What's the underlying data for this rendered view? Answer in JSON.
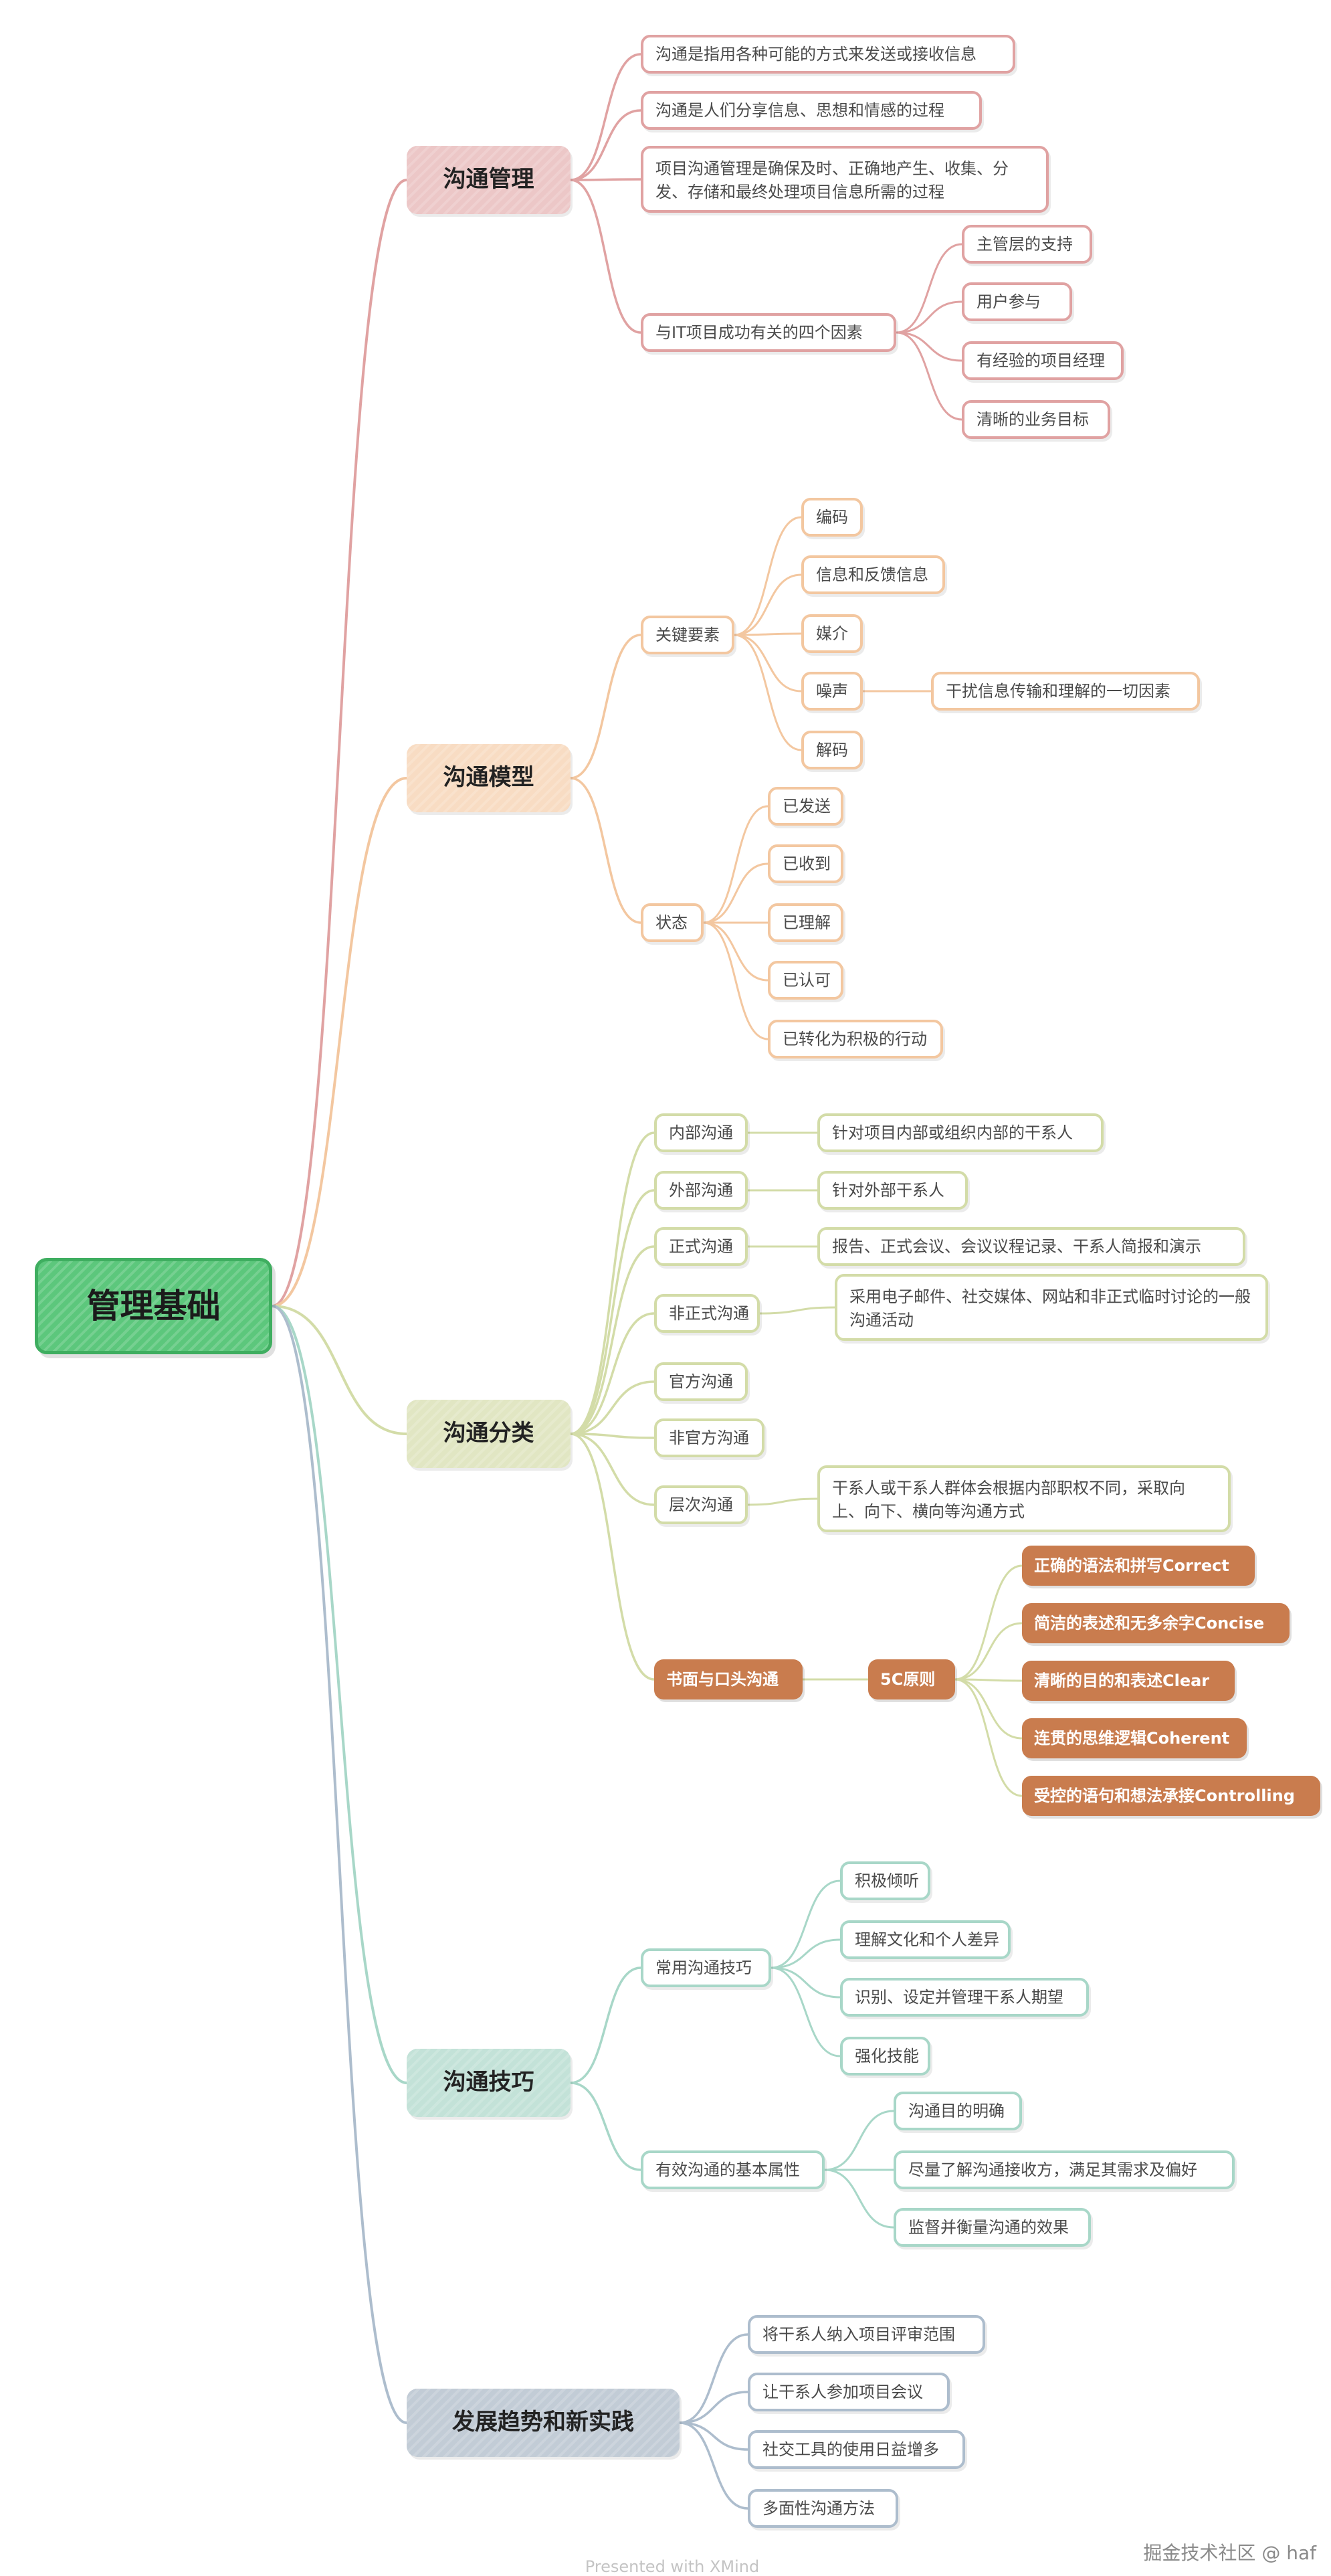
{
  "root": {
    "label": "管理基础",
    "color": "#5cc77c"
  },
  "branches": [
    {
      "label": "沟通管理",
      "color": "#e0a2a2",
      "fill": "#ecc7c7",
      "children": [
        {
          "label": "沟通是指用各种可能的方式来发送或接收信息"
        },
        {
          "label": "沟通是人们分享信息、思想和情感的过程"
        },
        {
          "label": "项目沟通管理是确保及时、正确地产生、收集、分发、存储和最终处理项目信息所需的过程"
        },
        {
          "label": "与IT项目成功有关的四个因素",
          "children": [
            {
              "label": "主管层的支持"
            },
            {
              "label": "用户参与"
            },
            {
              "label": "有经验的项目经理"
            },
            {
              "label": "清晰的业务目标"
            }
          ]
        }
      ]
    },
    {
      "label": "沟通模型",
      "color": "#f3c7a0",
      "fill": "#f8dcc3",
      "children": [
        {
          "label": "关键要素",
          "children": [
            {
              "label": "编码"
            },
            {
              "label": "信息和反馈信息"
            },
            {
              "label": "媒介"
            },
            {
              "label": "噪声",
              "children": [
                {
                  "label": "干扰信息传输和理解的一切因素"
                }
              ]
            },
            {
              "label": "解码"
            }
          ]
        },
        {
          "label": "状态",
          "children": [
            {
              "label": "已发送"
            },
            {
              "label": "已收到"
            },
            {
              "label": "已理解"
            },
            {
              "label": "已认可"
            },
            {
              "label": "已转化为积极的行动"
            }
          ]
        }
      ]
    },
    {
      "label": "沟通分类",
      "color": "#d3dca8",
      "fill": "#e1e6c3",
      "children": [
        {
          "label": "内部沟通",
          "children": [
            {
              "label": "针对项目内部或组织内部的干系人"
            }
          ]
        },
        {
          "label": "外部沟通",
          "children": [
            {
              "label": "针对外部干系人"
            }
          ]
        },
        {
          "label": "正式沟通",
          "children": [
            {
              "label": "报告、正式会议、会议议程记录、干系人简报和演示"
            }
          ]
        },
        {
          "label": "非正式沟通",
          "children": [
            {
              "label": "采用电子邮件、社交媒体、网站和非正式临时讨论的一般沟通活动"
            }
          ]
        },
        {
          "label": "官方沟通"
        },
        {
          "label": "非官方沟通"
        },
        {
          "label": "层次沟通",
          "children": [
            {
              "label": "干系人或干系人群体会根据内部职权不同，采取向上、向下、横向等沟通方式"
            }
          ]
        },
        {
          "label": "书面与口头沟通",
          "solid": true,
          "children": [
            {
              "label": "5C原则",
              "solid": true,
              "children": [
                {
                  "label": "正确的语法和拼写Correct",
                  "solid": true
                },
                {
                  "label": "简洁的表述和无多余字Concise",
                  "solid": true
                },
                {
                  "label": "清晰的目的和表述Clear",
                  "solid": true
                },
                {
                  "label": "连贯的思维逻辑Coherent",
                  "solid": true
                },
                {
                  "label": "受控的语句和想法承接Controlling",
                  "solid": true
                }
              ]
            }
          ]
        }
      ]
    },
    {
      "label": "沟通技巧",
      "color": "#a8d7c8",
      "fill": "#c3e2d8",
      "children": [
        {
          "label": "常用沟通技巧",
          "children": [
            {
              "label": "积极倾听"
            },
            {
              "label": "理解文化和个人差异"
            },
            {
              "label": "识别、设定并管理干系人期望"
            },
            {
              "label": "强化技能"
            }
          ]
        },
        {
          "label": "有效沟通的基本属性",
          "children": [
            {
              "label": "沟通目的明确"
            },
            {
              "label": "尽量了解沟通接收方，满足其需求及偏好"
            },
            {
              "label": "监督并衡量沟通的效果"
            }
          ]
        }
      ]
    },
    {
      "label": "发展趋势和新实践",
      "color": "#adbdcd",
      "fill": "#c2ccd6",
      "children": [
        {
          "label": "将干系人纳入项目评审范围"
        },
        {
          "label": "让干系人参加项目会议"
        },
        {
          "label": "社交工具的使用日益增多"
        },
        {
          "label": "多面性沟通方法"
        }
      ]
    }
  ],
  "solid_color": "#c97c4e",
  "footer": {
    "presented": "Presented with XMind",
    "credit": "掘金技术社区 @ haf"
  }
}
